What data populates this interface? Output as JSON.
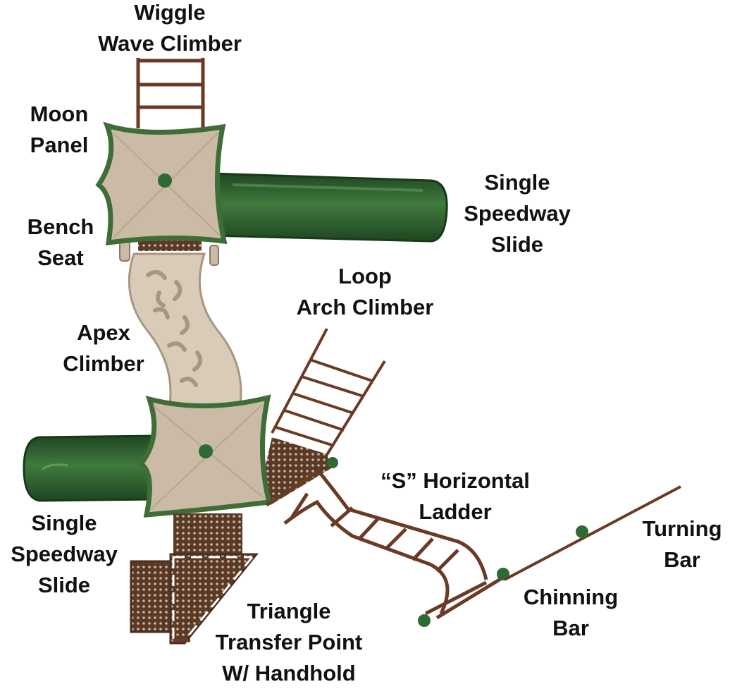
{
  "colors": {
    "deck": "#cbbba6",
    "deck_shade": "#b7a68f",
    "deck_trim": "#3f6d37",
    "slide": "#2f6130",
    "slide_dark": "#1f4621",
    "metal": "#6b3a26",
    "mesh": "#5a3a26",
    "cap": "#2d6a36",
    "label_text": "#111111"
  },
  "labels": {
    "wiggle": {
      "line1": "Wiggle",
      "line2": "Wave Climber"
    },
    "moon": {
      "line1": "Moon",
      "line2": "Panel"
    },
    "bench": {
      "line1": "Bench",
      "line2": "Seat"
    },
    "slide_top": {
      "line1": "Single",
      "line2": "Speedway",
      "line3": "Slide"
    },
    "loop": {
      "line1": "Loop",
      "line2": "Arch Climber"
    },
    "apex": {
      "line1": "Apex",
      "line2": "Climber"
    },
    "s_ladder": {
      "line1": "“S” Horizontal",
      "line2": "Ladder"
    },
    "turning": {
      "line1": "Turning",
      "line2": "Bar"
    },
    "slide_bottom": {
      "line1": "Single",
      "line2": "Speedway",
      "line3": "Slide"
    },
    "chinning": {
      "line1": "Chinning",
      "line2": "Bar"
    },
    "triangle": {
      "line1": "Triangle",
      "line2": "Transfer Point",
      "line3": "W/ Handhold"
    }
  }
}
